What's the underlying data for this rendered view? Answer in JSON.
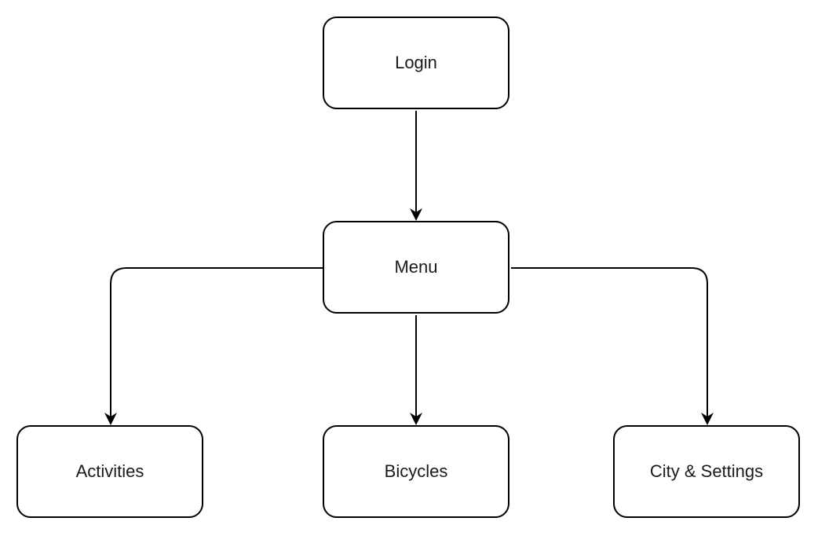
{
  "diagram": {
    "type": "flowchart",
    "nodes": [
      {
        "id": "login",
        "label": "Login"
      },
      {
        "id": "menu",
        "label": "Menu"
      },
      {
        "id": "activities",
        "label": "Activities"
      },
      {
        "id": "bicycles",
        "label": "Bicycles"
      },
      {
        "id": "city_settings",
        "label": "City & Settings"
      }
    ],
    "edges": [
      {
        "from": "login",
        "to": "menu"
      },
      {
        "from": "menu",
        "to": "activities"
      },
      {
        "from": "menu",
        "to": "bicycles"
      },
      {
        "from": "menu",
        "to": "city_settings"
      }
    ],
    "colors": {
      "stroke": "#000000",
      "background": "#ffffff",
      "text": "#1a1a1a"
    }
  }
}
